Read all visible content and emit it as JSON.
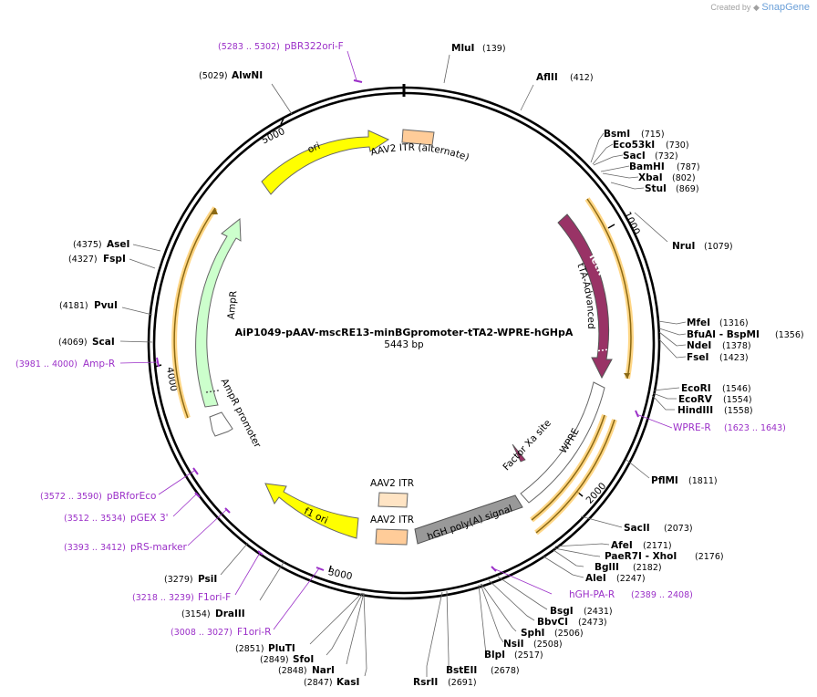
{
  "credit": {
    "prefix": "Created by",
    "brand": "SnapGene"
  },
  "plasmid": {
    "name": "AiP1049-pAAV-mscRE13-minBGpromoter-tTA2-WPRE-hGHpA",
    "length_label": "5443 bp"
  },
  "ticks": [
    "1000",
    "2000",
    "3000",
    "4000",
    "5000"
  ],
  "enzymes": [
    {
      "name": "MluI",
      "pos": "(139)"
    },
    {
      "name": "AflII",
      "pos": "(412)"
    },
    {
      "name": "BsmI",
      "pos": "(715)"
    },
    {
      "name": "Eco53kI",
      "pos": "(730)"
    },
    {
      "name": "SacI",
      "pos": "(732)"
    },
    {
      "name": "BamHI",
      "pos": "(787)"
    },
    {
      "name": "XbaI",
      "pos": "(802)"
    },
    {
      "name": "StuI",
      "pos": "(869)"
    },
    {
      "name": "NruI",
      "pos": "(1079)"
    },
    {
      "name": "MfeI",
      "pos": "(1316)"
    },
    {
      "name": "BfuAI",
      "pos": "(1356)",
      "extra": " - BspMI"
    },
    {
      "name": "NdeI",
      "pos": "(1378)"
    },
    {
      "name": "FseI",
      "pos": "(1423)"
    },
    {
      "name": "EcoRI",
      "pos": "(1546)"
    },
    {
      "name": "EcoRV",
      "pos": "(1554)"
    },
    {
      "name": "HindIII",
      "pos": "(1558)"
    },
    {
      "name": "PflMI",
      "pos": "(1811)"
    },
    {
      "name": "SacII",
      "pos": "(2073)"
    },
    {
      "name": "AfeI",
      "pos": "(2171)"
    },
    {
      "name": "PaeR7I",
      "pos": "(2176)",
      "extra": " - XhoI"
    },
    {
      "name": "BglII",
      "pos": "(2182)"
    },
    {
      "name": "AleI",
      "pos": "(2247)"
    },
    {
      "name": "BsgI",
      "pos": "(2431)"
    },
    {
      "name": "BbvCI",
      "pos": "(2473)"
    },
    {
      "name": "SphI",
      "pos": "(2506)"
    },
    {
      "name": "NsiI",
      "pos": "(2508)"
    },
    {
      "name": "BlpI",
      "pos": "(2517)"
    },
    {
      "name": "BstEII",
      "pos": "(2678)"
    },
    {
      "name": "RsrII",
      "pos": "(2691)"
    },
    {
      "name": "KasI",
      "pos": "(2847)"
    },
    {
      "name": "NarI",
      "pos": "(2848)"
    },
    {
      "name": "SfoI",
      "pos": "(2849)"
    },
    {
      "name": "PluTI",
      "pos": "(2851)"
    },
    {
      "name": "DraIII",
      "pos": "(3154)"
    },
    {
      "name": "PsiI",
      "pos": "(3279)"
    },
    {
      "name": "ScaI",
      "pos": "(4069)"
    },
    {
      "name": "PvuI",
      "pos": "(4181)"
    },
    {
      "name": "FspI",
      "pos": "(4327)"
    },
    {
      "name": "AseI",
      "pos": "(4375)"
    },
    {
      "name": "AlwNI",
      "pos": "(5029)"
    }
  ],
  "primers": [
    {
      "name": "pBR322ori-F",
      "range": "(5283 .. 5302)"
    },
    {
      "name": "Amp-R",
      "range": "(3981 .. 4000)"
    },
    {
      "name": "pBRforEco",
      "range": "(3572 .. 3590)"
    },
    {
      "name": "pGEX 3'",
      "range": "(3512 .. 3534)"
    },
    {
      "name": "pRS-marker",
      "range": "(3393 .. 3412)"
    },
    {
      "name": "F1ori-F",
      "range": "(3218 .. 3239)"
    },
    {
      "name": "F1ori-R",
      "range": "(3008 .. 3027)"
    },
    {
      "name": "WPRE-R",
      "range": "(1623 .. 1643)"
    },
    {
      "name": "hGH-PA-R",
      "range": "(2389 .. 2408)"
    }
  ],
  "features": {
    "ori": "ori",
    "itr_alt": "AAV2 ITR (alternate)",
    "tetr": "TetR",
    "tta": "tTA-Advanced",
    "factor_xa": "Factor Xa site",
    "wpre": "WPRE",
    "hgh": "hGH poly(A) signal",
    "itr1": "AAV2 ITR",
    "itr2": "AAV2 ITR",
    "f1ori": "f1 ori",
    "ampr": "AmpR",
    "ampr_promoter": "AmpR promoter"
  },
  "colors": {
    "ori": "#ffff00",
    "itr": "#ffcc99",
    "tetr": "#993366",
    "wpre": "#ffffff",
    "hgh": "#999999",
    "f1ori": "#ffff00",
    "ampr": "#ccffcc",
    "orf": "#ffcc66",
    "primer": "#9b30c8"
  }
}
